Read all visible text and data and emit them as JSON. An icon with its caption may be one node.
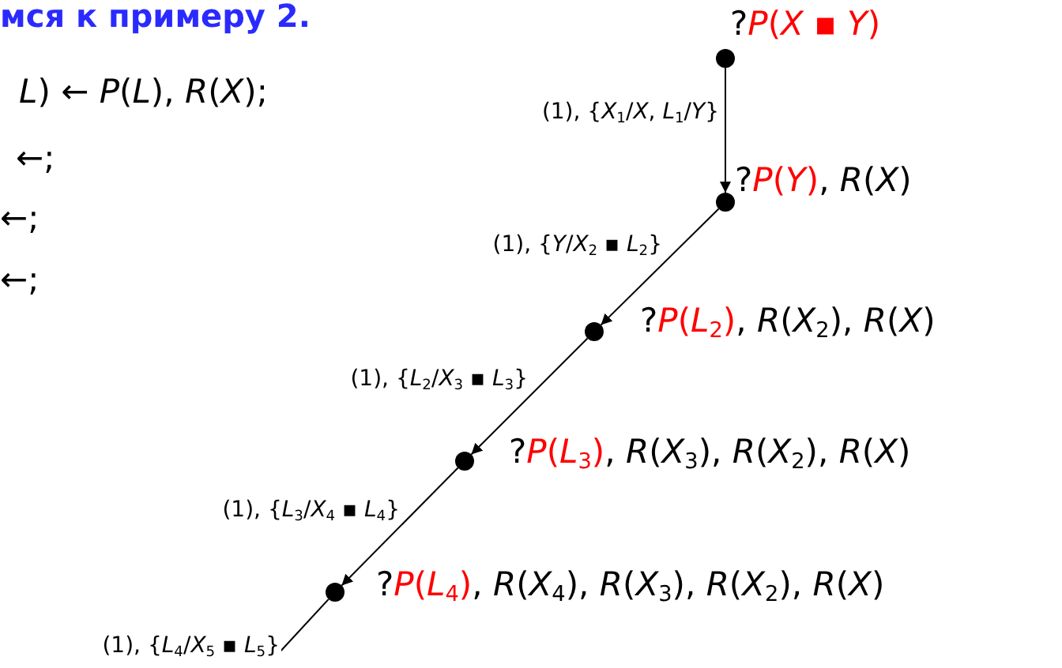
{
  "diagram": {
    "nodes": [
      {
        "text": [],
        "shape": "circle",
        "beside": [
          "?",
          "*P*(*X* ▪ *Y*)"
        ]
      },
      {
        "text": [],
        "shape": "circle",
        "beside": [
          "?",
          "*P*(*Y*)",
          ", *R*(*X*)"
        ]
      },
      {
        "text": [],
        "shape": "circle",
        "beside": [
          "?",
          "*P*(*L*$_{2}$)",
          ", *R*(*X*$_{2}$), *R*(*X*)"
        ]
      },
      {
        "text": [],
        "shape": "circle",
        "beside": [
          "?",
          "*P*(*L*$_{3}$)",
          ", *R*(*X*$_{3}$), *R*(*X*$_{2}$), *R*(*X*)"
        ]
      },
      {
        "text": [],
        "shape": "circle",
        "beside": [
          "?",
          "*P*(*L*$_{4}$)",
          ", *R*(*X*$_{4}$), *R*(*X*$_{3}$), *R*(*X*$_{2}$), *R*(*X*)"
        ]
      }
    ],
    "edges": [
      {
        "from": 0,
        "to": 1,
        "arrow": "to",
        "label": "(1), {*X*$_{1}$/*X*, *L*$_{1}$/*Y*}"
      },
      {
        "from": 1,
        "to": 2,
        "arrow": "to",
        "label": "(1), {*Y*/*X*$_{2}$ ▪ *L*$_{2}$}"
      },
      {
        "from": 2,
        "to": 3,
        "arrow": "to",
        "label": "(1), {*L*$_{2}$/*X*$_{3}$ ▪ *L*$_{3}$}"
      },
      {
        "from": 3,
        "to": 4,
        "arrow": "to",
        "label": "(1), {*L*$_{3}$/*X*$_{4}$ ▪ *L*$_{4}$}"
      },
      {
        "from": 4,
        "to": null,
        "arrow": "none",
        "label": "(1), {*L*$_{4}$/*X*$_{5}$ ▪ *L*$_{5}$}"
      }
    ],
    "labels": [
      "мся к примеру 2.",
      "*L*) ← *P*(*L*), *R*(*X*);",
      "←;",
      "←;",
      "←;"
    ]
  }
}
